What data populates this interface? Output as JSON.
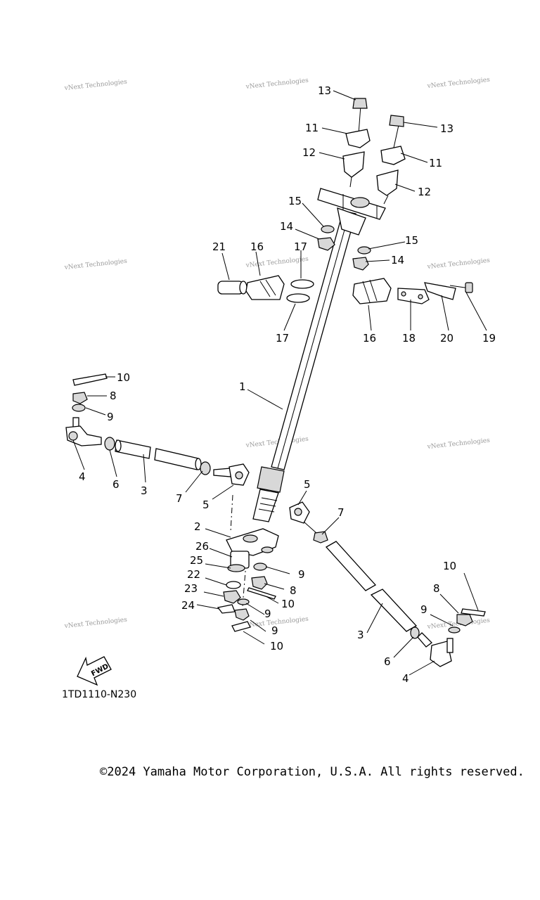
{
  "diagram": {
    "watermark": "vNext Technologies",
    "figure_code": "1TD1110-N230",
    "fwd_label": "FWD",
    "callouts": {
      "c1": "1",
      "c2": "2",
      "c3a": "3",
      "c3b": "3",
      "c4a": "4",
      "c4b": "4",
      "c5a": "5",
      "c5b": "5",
      "c6a": "6",
      "c6b": "6",
      "c7a": "7",
      "c7b": "7",
      "c8a": "8",
      "c8b": "8",
      "c8c": "8",
      "c9a": "9",
      "c9b": "9",
      "c9c": "9",
      "c9d": "9",
      "c9e": "9",
      "c10a": "10",
      "c10b": "10",
      "c10c": "10",
      "c10d": "10",
      "c11a": "11",
      "c11b": "11",
      "c12a": "12",
      "c12b": "12",
      "c13a": "13",
      "c13b": "13",
      "c14a": "14",
      "c14b": "14",
      "c15a": "15",
      "c15b": "15",
      "c16a": "16",
      "c16b": "16",
      "c17a": "17",
      "c17b": "17",
      "c18": "18",
      "c19": "19",
      "c20": "20",
      "c21": "21",
      "c22": "22",
      "c23": "23",
      "c24": "24",
      "c25": "25",
      "c26": "26"
    }
  },
  "footer": {
    "copyright": "©2024 Yamaha Motor Corporation, U.S.A. All rights reserved."
  }
}
